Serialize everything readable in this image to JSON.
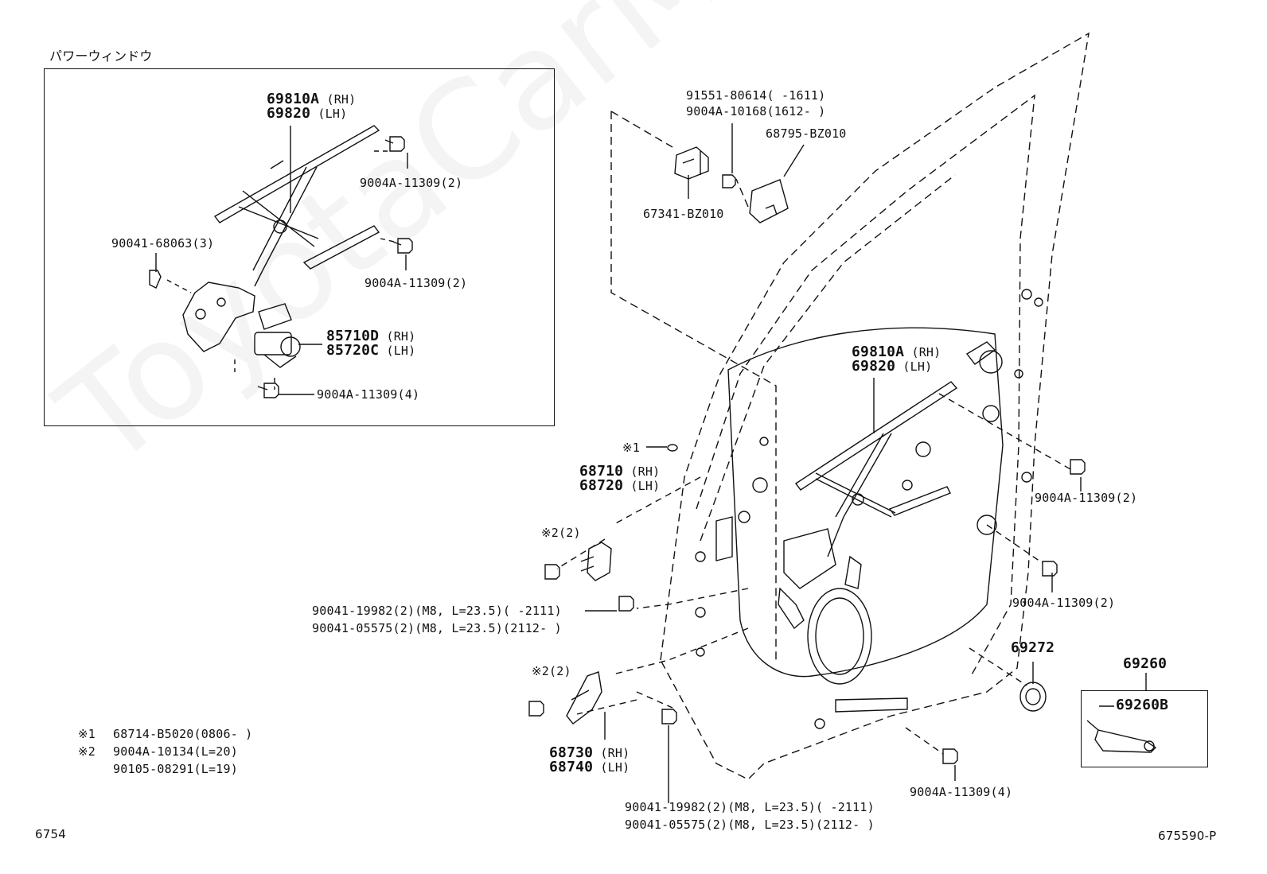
{
  "section_title": "パワーウィンドウ",
  "watermark": "ToyotaCarMine.ru",
  "footer": {
    "left_code": "6754",
    "right_code": "675590-P"
  },
  "inset": {
    "regulator": {
      "part_rh": "69810A",
      "suffix_rh": "(RH)",
      "part_lh": "69820",
      "suffix_lh": "(LH)"
    },
    "bolt_top": "9004A-11309(2)",
    "bolt_mid": "9004A-11309(2)",
    "rivet": "90041-68063(3)",
    "motor": {
      "part_rh": "85710D",
      "suffix_rh": "(RH)",
      "part_lh": "85720C",
      "suffix_lh": "(LH)"
    },
    "bolt_bottom": "9004A-11309(4)"
  },
  "top_parts": {
    "line1": "91551-80614(    -1611)",
    "line2": "9004A-10168(1612-    )",
    "module": "68795-BZ010",
    "bracket": "67341-BZ010"
  },
  "main": {
    "regulator": {
      "part_rh": "69810A",
      "suffix_rh": "(RH)",
      "part_lh": "69820",
      "suffix_lh": "(LH)"
    },
    "bolt_right_upper": "9004A-11309(2)",
    "bolt_right_lower": "9004A-11309(2)",
    "bolt_bottom": "9004A-11309(4)",
    "note1_mark": "※1",
    "upper_hinge": {
      "part_rh": "68710",
      "suffix_rh": "(RH)",
      "part_lh": "68720",
      "suffix_lh": "(LH)"
    },
    "upper_hinge_bolt": "※2(2)",
    "hinge_bolts_a": {
      "line1": "90041-19982(2)(M8, L=23.5)(    -2111)",
      "line2": "90041-05575(2)(M8, L=23.5)(2112-    )"
    },
    "lower_hinge_bolt": "※2(2)",
    "lower_hinge": {
      "part_rh": "68730",
      "suffix_rh": "(RH)",
      "part_lh": "68740",
      "suffix_lh": "(LH)"
    },
    "hinge_bolts_b": {
      "line1": "90041-19982(2)(M8, L=23.5)(    -2111)",
      "line2": "90041-05575(2)(M8, L=23.5)(2112-    )"
    },
    "grommet": "69272",
    "handle": "69260",
    "handle_knob": "69260B"
  },
  "notes": [
    {
      "mark": "※1",
      "text": "68714-B5020(0806-    )"
    },
    {
      "mark": "※2",
      "text": "9004A-10134(L=20)"
    },
    {
      "mark": "",
      "text": "90105-08291(L=19)"
    }
  ]
}
